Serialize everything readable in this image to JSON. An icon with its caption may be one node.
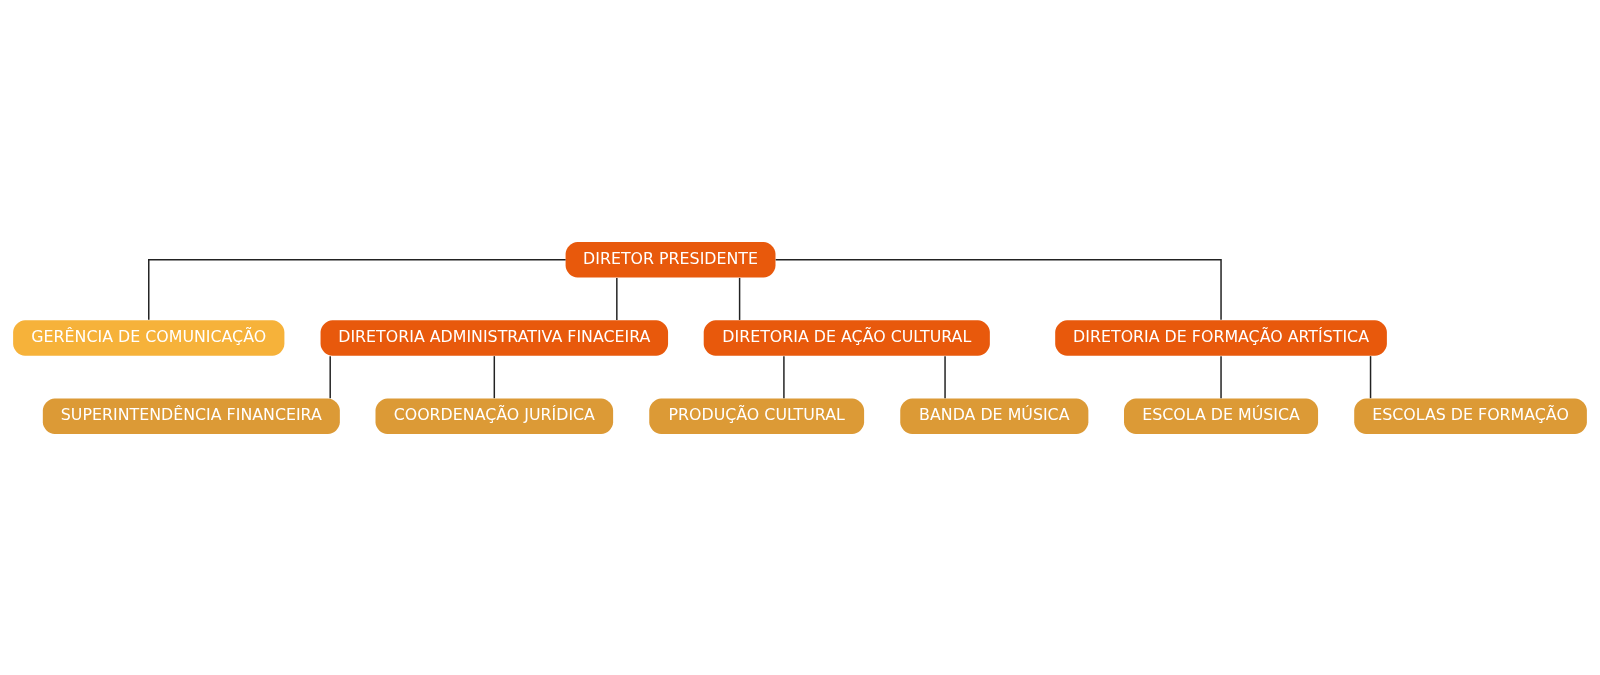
{
  "diagram": {
    "nodes": [
      {
        "text": [
          "DIRETOR PRESIDENTE"
        ]
      },
      {
        "text": [
          "GERÊNCIA DE COMUNICAÇÃO"
        ]
      },
      {
        "text": [
          "DIRETORIA ADMINISTRATIVA FINACEIRA"
        ]
      },
      {
        "text": [
          "DIRETORIA DE AÇÃO CULTURAL"
        ]
      },
      {
        "text": [
          "DIRETORIA DE FORMAÇÃO ARTÍSTICA"
        ]
      },
      {
        "text": [
          "SUPERINTENDÊNCIA FINANCEIRA"
        ]
      },
      {
        "text": [
          "COORDENAÇÃO JURÍDICA"
        ]
      },
      {
        "text": [
          "PRODUÇÃO CULTURAL"
        ]
      },
      {
        "text": [
          "BANDA DE MÚSICA"
        ]
      },
      {
        "text": [
          "ESCOLA DE MÚSICA"
        ]
      },
      {
        "text": [
          "ESCOLAS DE FORMAÇÃO"
        ]
      }
    ],
    "edges": [
      {
        "from": 0,
        "to": 1,
        "arrow": "none"
      },
      {
        "from": 0,
        "to": 2,
        "arrow": "none"
      },
      {
        "from": 0,
        "to": 3,
        "arrow": "none"
      },
      {
        "from": 0,
        "to": 4,
        "arrow": "none"
      },
      {
        "from": 2,
        "to": 5,
        "arrow": "none"
      },
      {
        "from": 2,
        "to": 6,
        "arrow": "none"
      },
      {
        "from": 3,
        "to": 7,
        "arrow": "none"
      },
      {
        "from": 3,
        "to": 8,
        "arrow": "none"
      },
      {
        "from": 4,
        "to": 9,
        "arrow": "none"
      },
      {
        "from": 4,
        "to": 10,
        "arrow": "none"
      }
    ]
  }
}
